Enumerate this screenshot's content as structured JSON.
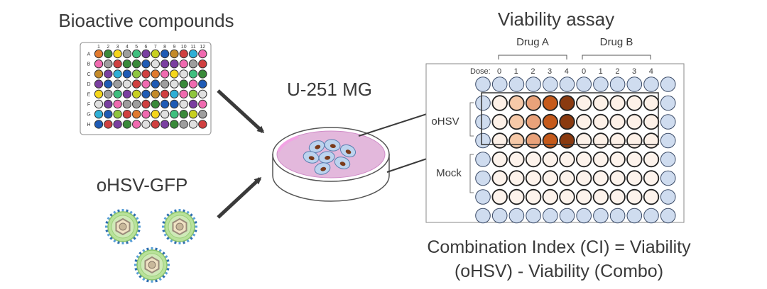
{
  "left_panel": {
    "title": "Bioactive compounds",
    "plate": {
      "col_labels": [
        "1",
        "2",
        "3",
        "4",
        "5",
        "6",
        "7",
        "8",
        "9",
        "10",
        "11",
        "12"
      ],
      "row_labels": [
        "A",
        "B",
        "C",
        "D",
        "E",
        "F",
        "G",
        "H"
      ],
      "palette": [
        "#e07a2e",
        "#7a3fa0",
        "#2fb0d6",
        "#3a8a3a",
        "#c8d020",
        "#f06ab0",
        "#f5d61a",
        "#1f5bb5",
        "#8fc63f",
        "#9e9e9e",
        "#c48b2a",
        "#e0e0e0",
        "#3fbf7f",
        "#d04040"
      ]
    },
    "virus_title": "oHSV-GFP"
  },
  "center": {
    "cell_line": "U-251 MG"
  },
  "right_panel": {
    "title": "Viability assay",
    "group_a": "Drug A",
    "group_b": "Drug B",
    "dose_label": "Dose:",
    "doses_a": [
      "0",
      "1",
      "2",
      "3",
      "4"
    ],
    "doses_b": [
      "0",
      "1",
      "2",
      "3",
      "4"
    ],
    "row_group_1": "oHSV",
    "row_group_2": "Mock",
    "well_colors": {
      "edge": "#cfdcef",
      "dose0": "#fdf1e8",
      "dose1": "#f6c9a8",
      "dose2": "#e9a27a",
      "dose3": "#c55a1b",
      "dose4": "#8a3a10",
      "mock": "#fdf3ec"
    }
  },
  "formula": {
    "line1": "Combination Index (CI) = Viability",
    "line2": "(oHSV) - Viability (Combo)"
  }
}
